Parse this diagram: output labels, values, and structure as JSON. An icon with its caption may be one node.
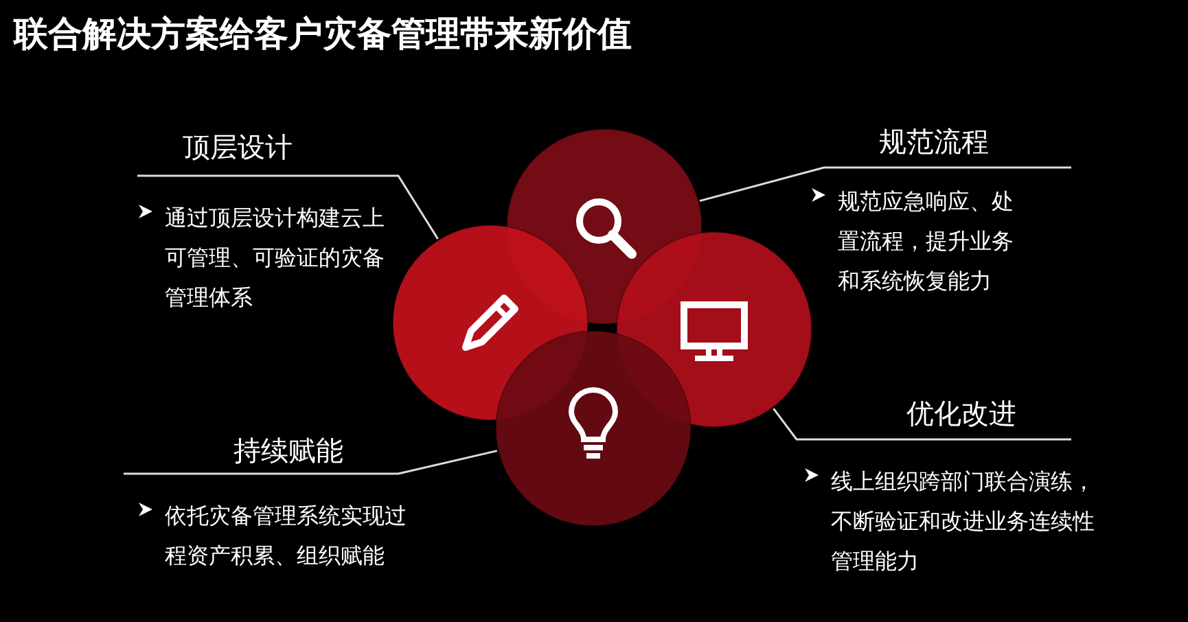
{
  "diagram": {
    "title": "联合解决方案给客户灾备管理带来新价值",
    "nodes": [
      {
        "text": [
          "顶层设计",
          "通过顶层设计构建云上可管理、可验证的灾备管理体系"
        ]
      },
      {
        "text": [
          "规范流程",
          "规范应急响应、处置流程，提升业务和系统恢复能力"
        ]
      },
      {
        "text": [
          "持续赋能",
          "依托灾备管理系统实现过程资产积累、组织赋能"
        ]
      },
      {
        "text": [
          "优化改进",
          "线上组织跨部门联合演练，不断验证和改进业务连续性管理能力"
        ]
      },
      {
        "text": [],
        "shape": "circle"
      },
      {
        "text": [],
        "shape": "circle"
      },
      {
        "text": [],
        "shape": "circle"
      },
      {
        "text": [],
        "shape": "circle"
      }
    ],
    "edges": [
      {
        "from": 0,
        "to": 4,
        "arrow": "none"
      },
      {
        "from": 1,
        "to": 6,
        "arrow": "none"
      },
      {
        "from": 2,
        "to": 5,
        "arrow": "none"
      },
      {
        "from": 3,
        "to": 7,
        "arrow": "none"
      }
    ]
  }
}
